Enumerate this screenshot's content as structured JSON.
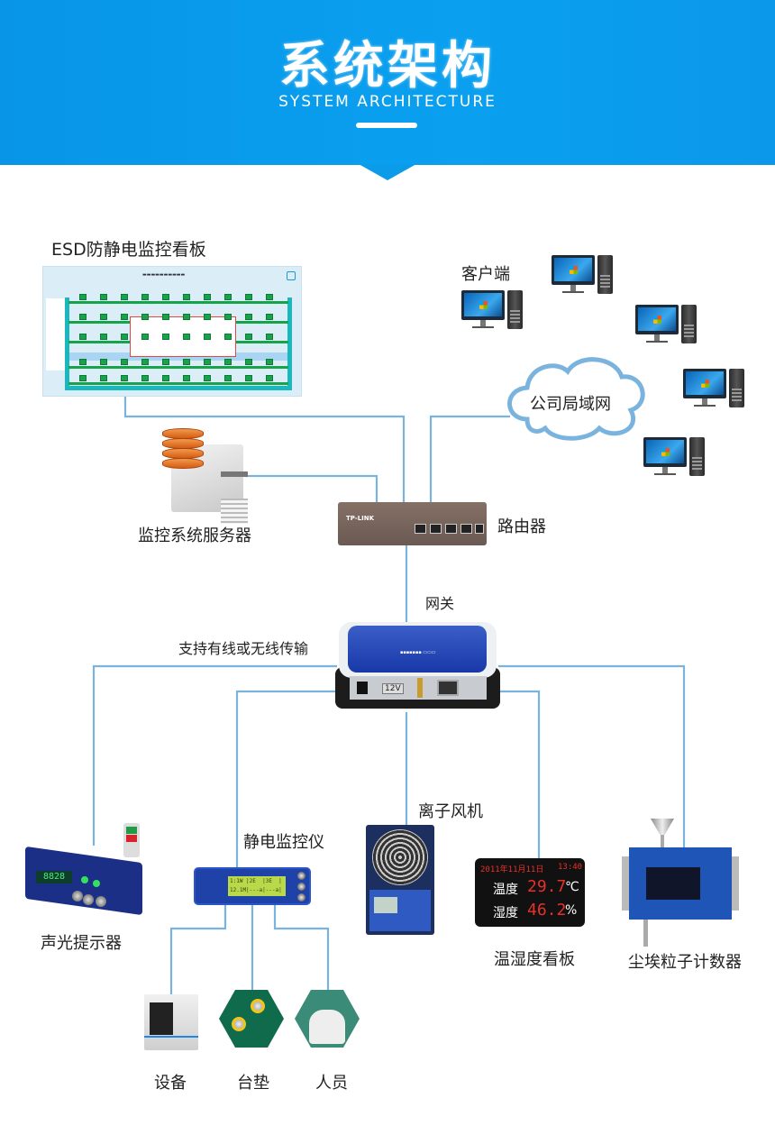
{
  "header": {
    "title": "系统架构",
    "subtitle": "SYSTEM ARCHITECTURE"
  },
  "nodes": {
    "esd_board": {
      "label": "ESD防静电监控看板"
    },
    "clients": {
      "label": "客户端",
      "count": 5
    },
    "lan": {
      "label": "公司局域网"
    },
    "server": {
      "label": "监控系统服务器"
    },
    "router": {
      "label": "路由器",
      "brand": "TP-LINK"
    },
    "gateway": {
      "label": "网关",
      "note": "支持有线或无线传输",
      "power_tag": "12V"
    },
    "alarm": {
      "label": "声光提示器",
      "display": "8828"
    },
    "esd_monitor": {
      "label": "静电监控仪",
      "lcd_line1": "1:1W |2E  |3E  |",
      "lcd_line2": "12.1M|---a|---a|"
    },
    "ion_fan": {
      "label": "离子风机"
    },
    "th_board": {
      "label": "温湿度看板",
      "date_text": "2011年11月11日",
      "time_text": "13:40",
      "temp_label": "温度",
      "temp_value": "29.7",
      "temp_unit": "℃",
      "humid_label": "湿度",
      "humid_value": "46.2",
      "humid_unit": "%"
    },
    "dust_counter": {
      "label": "尘埃粒子计数器"
    },
    "equipment": {
      "label": "设备"
    },
    "mat": {
      "label": "台垫"
    },
    "person": {
      "label": "人员"
    }
  },
  "colors": {
    "banner": "#0a9be9",
    "line": "#7ab4de",
    "text": "#222222"
  }
}
